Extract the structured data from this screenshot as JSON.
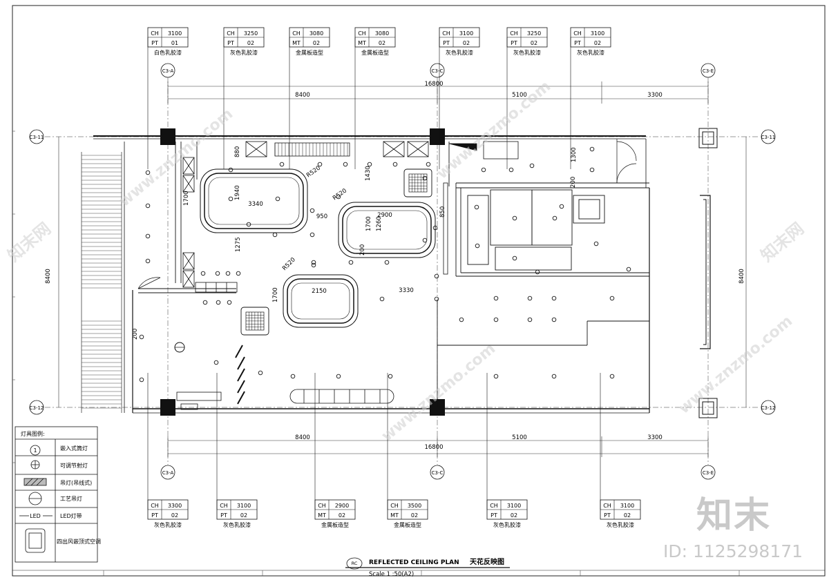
{
  "tags_top": [
    {
      "ch": "3100",
      "code": "PT",
      "num": "01",
      "desc": "白色乳胶漆"
    },
    {
      "ch": "3250",
      "code": "PT",
      "num": "02",
      "desc": "灰色乳胶漆"
    },
    {
      "ch": "3080",
      "code": "MT",
      "num": "02",
      "desc": "金属板造型"
    },
    {
      "ch": "3080",
      "code": "MT",
      "num": "02",
      "desc": "金属板造型"
    },
    {
      "ch": "3100",
      "code": "PT",
      "num": "02",
      "desc": "灰色乳胶漆"
    },
    {
      "ch": "3250",
      "code": "PT",
      "num": "02",
      "desc": "灰色乳胶漆"
    },
    {
      "ch": "3100",
      "code": "PT",
      "num": "02",
      "desc": "灰色乳胶漆"
    }
  ],
  "tags_bottom": [
    {
      "ch": "3300",
      "code": "PT",
      "num": "02",
      "desc": "灰色乳胶漆"
    },
    {
      "ch": "3100",
      "code": "PT",
      "num": "02",
      "desc": "灰色乳胶漆"
    },
    {
      "ch": "2900",
      "code": "MT",
      "num": "02",
      "desc": "金属板造型"
    },
    {
      "ch": "3500",
      "code": "MT",
      "num": "02",
      "desc": "金属板造型"
    },
    {
      "ch": "3100",
      "code": "PT",
      "num": "02",
      "desc": "灰色乳胶漆"
    },
    {
      "ch": "3100",
      "code": "PT",
      "num": "02",
      "desc": "灰色乳胶漆"
    }
  ],
  "ch_label": "CH",
  "grid": {
    "a": "C3-A",
    "c": "C3-C",
    "e": "C3-E",
    "row11": "C3-11",
    "row12": "C3-12"
  },
  "dims": {
    "total": "16800",
    "seg1": "8400",
    "seg2": "5100",
    "seg3": "3300",
    "height": "8400",
    "d1700a": "1700",
    "d1940": "1940",
    "d3340": "3340",
    "d950": "950",
    "d2900": "2900",
    "d1700b": "1700",
    "d1260": "1260",
    "d1275": "1275",
    "d1430": "1430",
    "d1300": "1300",
    "d2150": "2150",
    "d1700c": "1700",
    "d3330": "3330",
    "d200a": "200",
    "d200b": "200",
    "d200c": "200",
    "r520a": "R520",
    "r520b": "R520",
    "r520c": "R520",
    "d880": "880",
    "d850": "850"
  },
  "legend": {
    "title": "灯具图例:",
    "items": [
      {
        "icon": "recessed-downlight-icon",
        "symbol": "1",
        "text": "嵌入式筒灯"
      },
      {
        "icon": "adjustable-spotlight-icon",
        "symbol": "",
        "text": "可调节射灯"
      },
      {
        "icon": "pendant-linear-icon",
        "symbol": "",
        "text": "吊灯(吊线式)"
      },
      {
        "icon": "decorative-pendant-icon",
        "symbol": "",
        "text": "工艺吊灯"
      },
      {
        "icon": "led-strip-icon",
        "symbol": "LED",
        "text": "LED灯带"
      },
      {
        "icon": "cassette-ac-icon",
        "symbol": "",
        "text": "四出风嵌顶式空调"
      }
    ]
  },
  "title_block": {
    "badge": "RC",
    "title_en": "REFLECTED CEILING PLAN",
    "title_cn": "天花反映图",
    "scale": "Scale 1 :50(A2)"
  },
  "watermark": {
    "logo": "知末",
    "id": "ID: 1125298171",
    "site": "www.znzmo.com",
    "brand": "知末网"
  },
  "colors": {
    "line": "#111111",
    "frame": "#333333",
    "watermark": "#c9c9c9"
  }
}
